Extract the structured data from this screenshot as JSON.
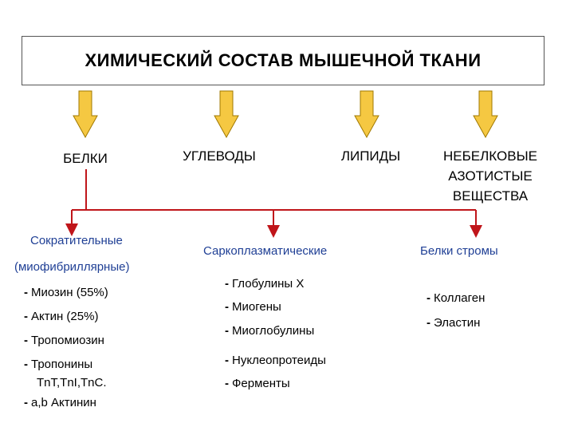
{
  "title": "ХИМИЧЕСКИЙ СОСТАВ МЫШЕЧНОЙ ТКАНИ",
  "level1": {
    "proteins": "БЕЛКИ",
    "carbohydrates": "УГЛЕВОДЫ",
    "lipids": "ЛИПИДЫ",
    "nonprotein_1": "НЕБЕЛКОВЫЕ",
    "nonprotein_2": "АЗОТИСТЫЕ",
    "nonprotein_3": "ВЕЩЕСТВА"
  },
  "categories": {
    "contractile_1": "Сократительные",
    "contractile_2": "(миофибриллярные)",
    "sarcoplasmic": "Саркоплазматические",
    "stroma": "Белки стромы"
  },
  "contractile_items": {
    "myosin": "Миозин (55%)",
    "actin": "Актин (25%)",
    "tropomyosin": "Тропомиозин",
    "troponins": "Тропонины",
    "troponin_types": "TnT,TnI,TnC.",
    "actinin": "a,b Актинин"
  },
  "sarcoplasmic_items": {
    "globulins": "Глобулины Х",
    "myogens": "Миогены",
    "myoglobulins": "Миоглобулины",
    "nucleoproteins": "Нуклеопротеиды",
    "enzymes": "Ферменты"
  },
  "stroma_items": {
    "collagen": "Коллаген",
    "elastin": "Эластин"
  },
  "dash": "-",
  "colors": {
    "arrow_fill": "#f5c842",
    "arrow_stroke": "#a07800",
    "connector": "#c0151a",
    "category_text": "#1f3f95"
  }
}
